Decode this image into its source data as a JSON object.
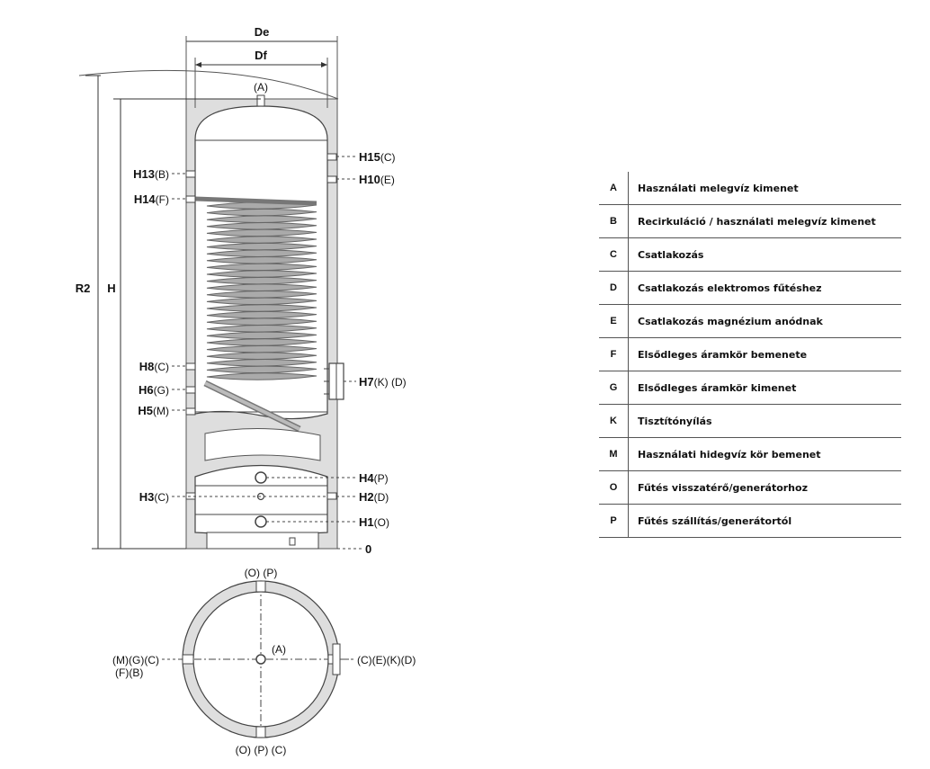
{
  "dimensions": {
    "De": "De",
    "Df": "Df",
    "R2": "R2",
    "H": "H"
  },
  "side_labels": {
    "a_top": "(A)",
    "h15": {
      "code": "H15",
      "letter": "(C)"
    },
    "h10": {
      "code": "H10",
      "letter": "(E)"
    },
    "h13": {
      "code": "H13",
      "letter": "(B)"
    },
    "h14": {
      "code": "H14",
      "letter": "(F)"
    },
    "h8": {
      "code": "H8",
      "letter": "(C)"
    },
    "h7": {
      "code": "H7",
      "letter": "(K) (D)"
    },
    "h6": {
      "code": "H6",
      "letter": "(G)"
    },
    "h5": {
      "code": "H5",
      "letter": "(M)"
    },
    "h4": {
      "code": "H4",
      "letter": "(P)"
    },
    "h3": {
      "code": "H3",
      "letter": "(C)"
    },
    "h2": {
      "code": "H2",
      "letter": "(D)"
    },
    "h1": {
      "code": "H1",
      "letter": "(O)"
    },
    "zero": "0"
  },
  "top_view": {
    "top": "(O) (P)",
    "center": "(A)",
    "left_line1": "(M)(G)(C)",
    "left_line2": "(F)(B)",
    "right": "(C)(E)(K)(D)",
    "bottom": "(O) (P) (C)"
  },
  "legend": [
    {
      "code": "A",
      "text": "Használati melegvíz kimenet"
    },
    {
      "code": "B",
      "text": "Recirkuláció / használati melegvíz kimenet"
    },
    {
      "code": "C",
      "text": "Csatlakozás"
    },
    {
      "code": "D",
      "text": "Csatlakozás elektromos fűtéshez"
    },
    {
      "code": "E",
      "text": "Csatlakozás magnézium anódnak"
    },
    {
      "code": "F",
      "text": "Elsődleges áramkör bemenete"
    },
    {
      "code": "G",
      "text": "Elsődleges áramkör kimenet"
    },
    {
      "code": "K",
      "text": "Tisztítónyílás"
    },
    {
      "code": "M",
      "text": "Használati hidegvíz kör bemenet"
    },
    {
      "code": "O",
      "text": "Fűtés visszatérő/generátorhoz"
    },
    {
      "code": "P",
      "text": "Fűtés szállítás/generátortól"
    }
  ]
}
